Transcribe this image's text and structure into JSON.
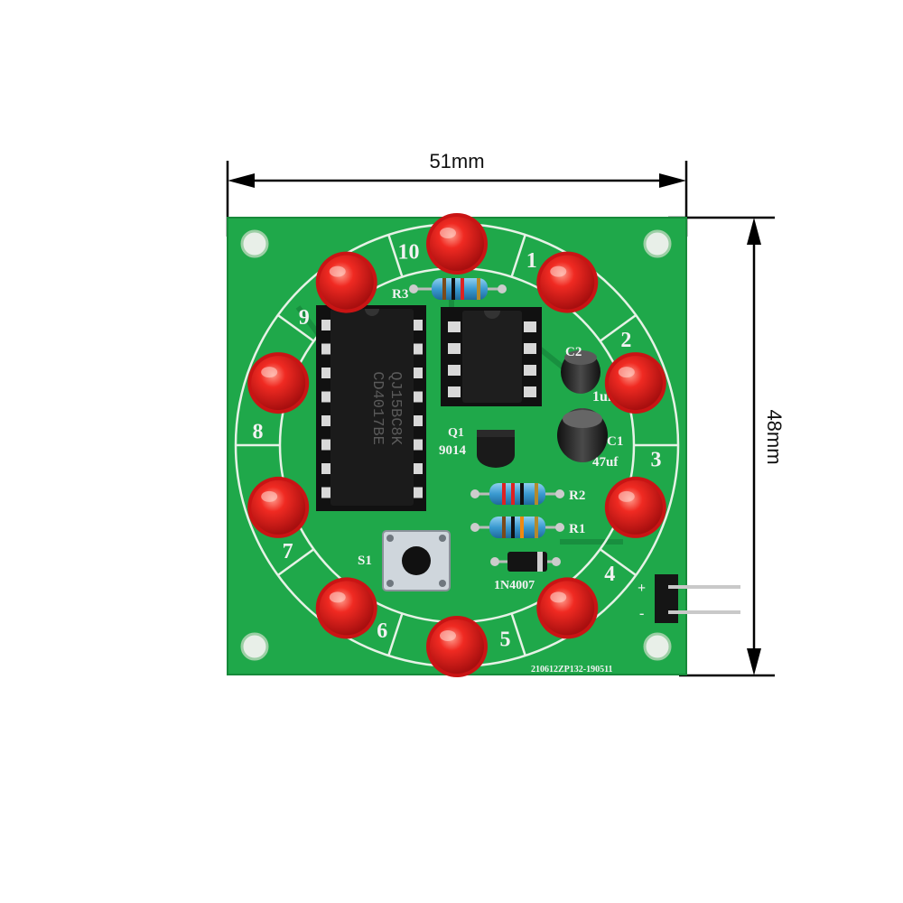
{
  "dimensions": {
    "width_label": "51mm",
    "height_label": "48mm"
  },
  "board": {
    "ring_numbers": [
      "1",
      "2",
      "3",
      "4",
      "5",
      "6",
      "7",
      "8",
      "9",
      "10"
    ],
    "serial": "210612ZP132-190511",
    "pin_plus": "+",
    "pin_minus": "-"
  },
  "components": {
    "ic1_line1": "QJ15BC8K",
    "ic1_line2": "CD4017BE",
    "r3_label": "R3",
    "c2_label": "C2",
    "c2_value": "1uf",
    "c1_label": "C1",
    "c1_value": "47uf",
    "q1_label": "Q1",
    "q1_value": "9014",
    "r2_label": "R2",
    "r1_label": "R1",
    "s1_label": "S1",
    "diode_label": "1N4007"
  },
  "colors": {
    "pcb": "#1fa84a",
    "led": "#e01a1a",
    "chip": "#1b1b1b"
  }
}
